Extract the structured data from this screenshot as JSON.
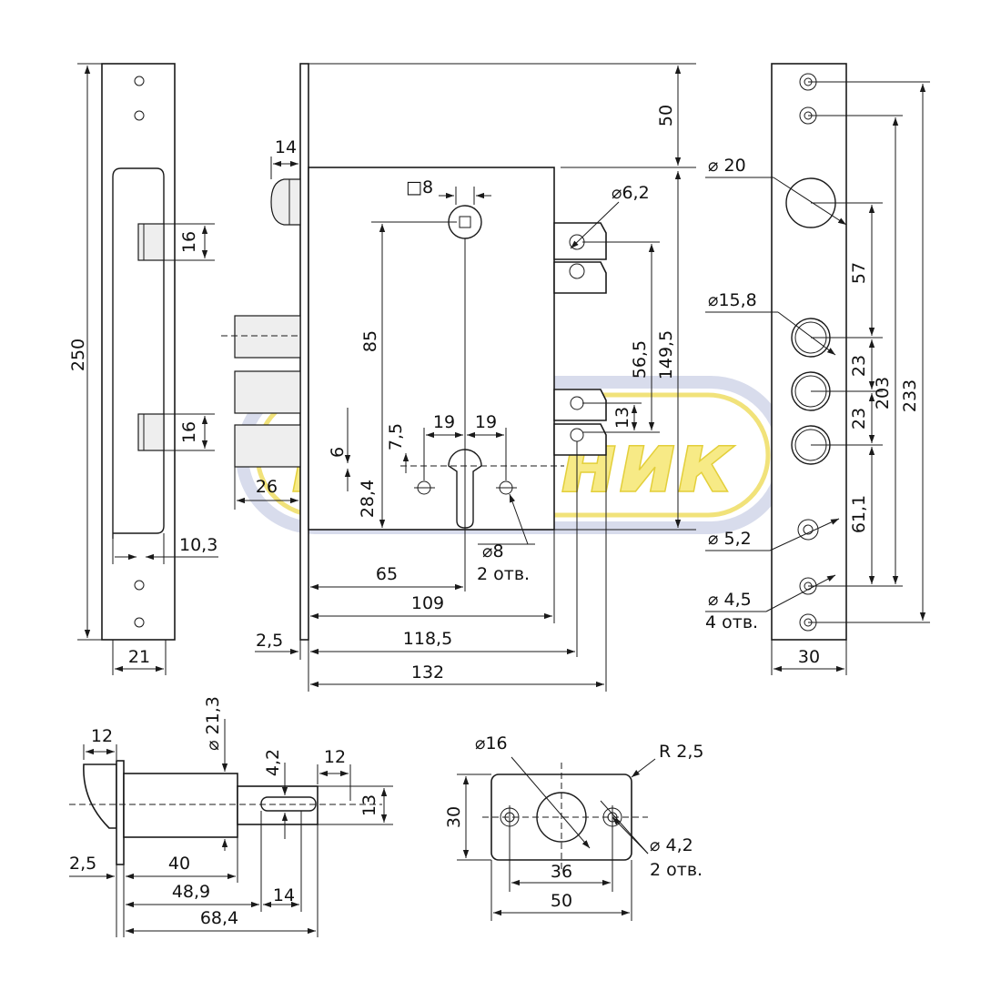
{
  "watermark": {
    "text": "Ключник",
    "fill": "#f7ea86",
    "ring": "#d8dcec"
  },
  "faceplate_left": {
    "width": "21",
    "length": "250",
    "bolt_h_top": "16",
    "bolt_h_bottom": "16",
    "offset": "10,3"
  },
  "lock_body": {
    "top_offset": "50",
    "latch_width": "14",
    "spindle_square": "□8",
    "hole_62": "⌀6,2",
    "spindle_to_cyl": "85",
    "span_565": "56,5",
    "span_1495": "149,5",
    "span_13": "13",
    "cyl_left": "19",
    "cyl_right": "19",
    "dim_75": "7,5",
    "dim_6": "6",
    "dim_284": "28,4",
    "bolt_throw": "26",
    "hole_8": "⌀8",
    "hole_8_count": "2 отв.",
    "w_65": "65",
    "w_109": "109",
    "w_1185": "118,5",
    "w_132": "132",
    "plate_thk": "2,5"
  },
  "faceplate_right": {
    "d20": "⌀ 20",
    "d158": "⌀15,8",
    "d52": "⌀ 5,2",
    "d45": "⌀ 4,5",
    "d45_count": "4 отв.",
    "v57": "57",
    "v23a": "23",
    "v23b": "23",
    "v611": "61,1",
    "v203": "203",
    "v233": "233",
    "width": "30"
  },
  "bolt": {
    "w12a": "12",
    "d213": "⌀ 21,3",
    "slot42": "4,2",
    "w12b": "12",
    "h13": "13",
    "t25": "2,5",
    "l40": "40",
    "l489": "48,9",
    "l14": "14",
    "l684": "68,4"
  },
  "strike": {
    "d16": "⌀16",
    "r25": "R 2,5",
    "h30": "30",
    "d42": "⌀ 4,2",
    "d42_count": "2 отв.",
    "c36": "36",
    "w50": "50"
  }
}
